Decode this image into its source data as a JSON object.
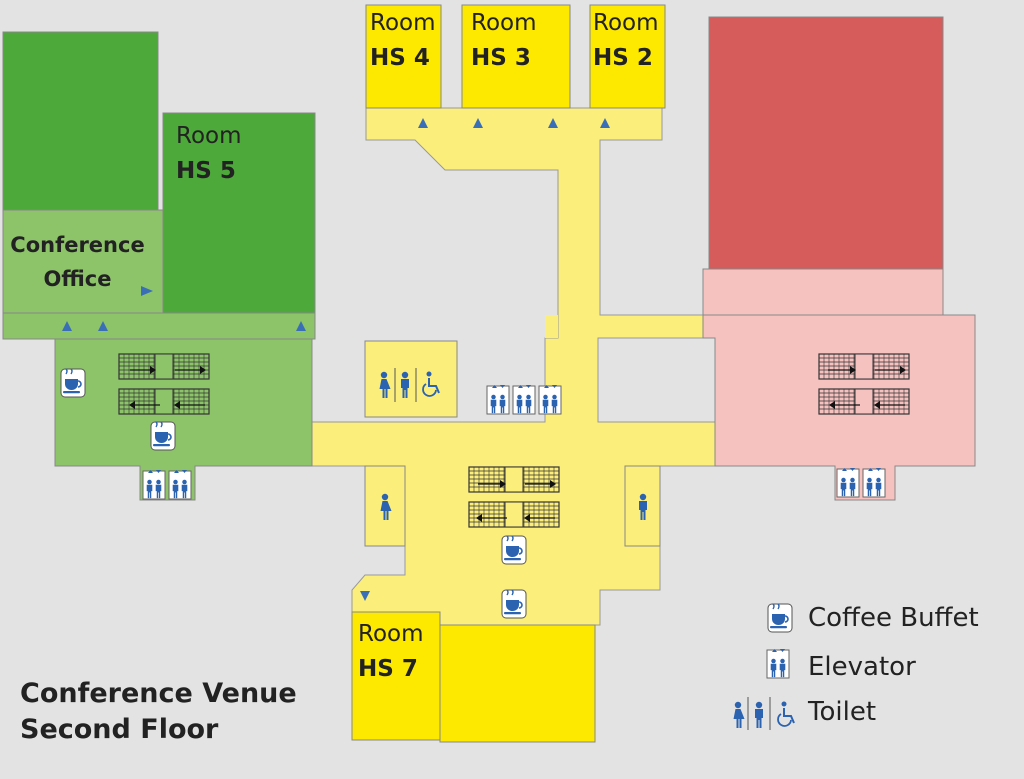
{
  "title": {
    "line1": "Conference Venue",
    "line2": "Second Floor"
  },
  "rooms": {
    "hs4": {
      "word": "Room",
      "code": "HS 4"
    },
    "hs3": {
      "word": "Room",
      "code": "HS 3"
    },
    "hs2": {
      "word": "Room",
      "code": "HS 2"
    },
    "hs5": {
      "word": "Room",
      "code": "HS 5"
    },
    "hs7": {
      "word": "Room",
      "code": "HS 7"
    },
    "office": {
      "line1": "Conference",
      "line2": "Office"
    }
  },
  "legend": {
    "coffee": "Coffee Buffet",
    "elevator": "Elevator",
    "toilet": "Toilet"
  },
  "colors": {
    "background": "#e3e3e3",
    "yellow_corridor": "#fbee7a",
    "yellow_room": "#fde800",
    "green_dark": "#4ea93b",
    "green_light": "#8dc46a",
    "red_room": "#d65c5c",
    "pink_area": "#f6c2c0",
    "icon_blue": "#2b63b0"
  }
}
